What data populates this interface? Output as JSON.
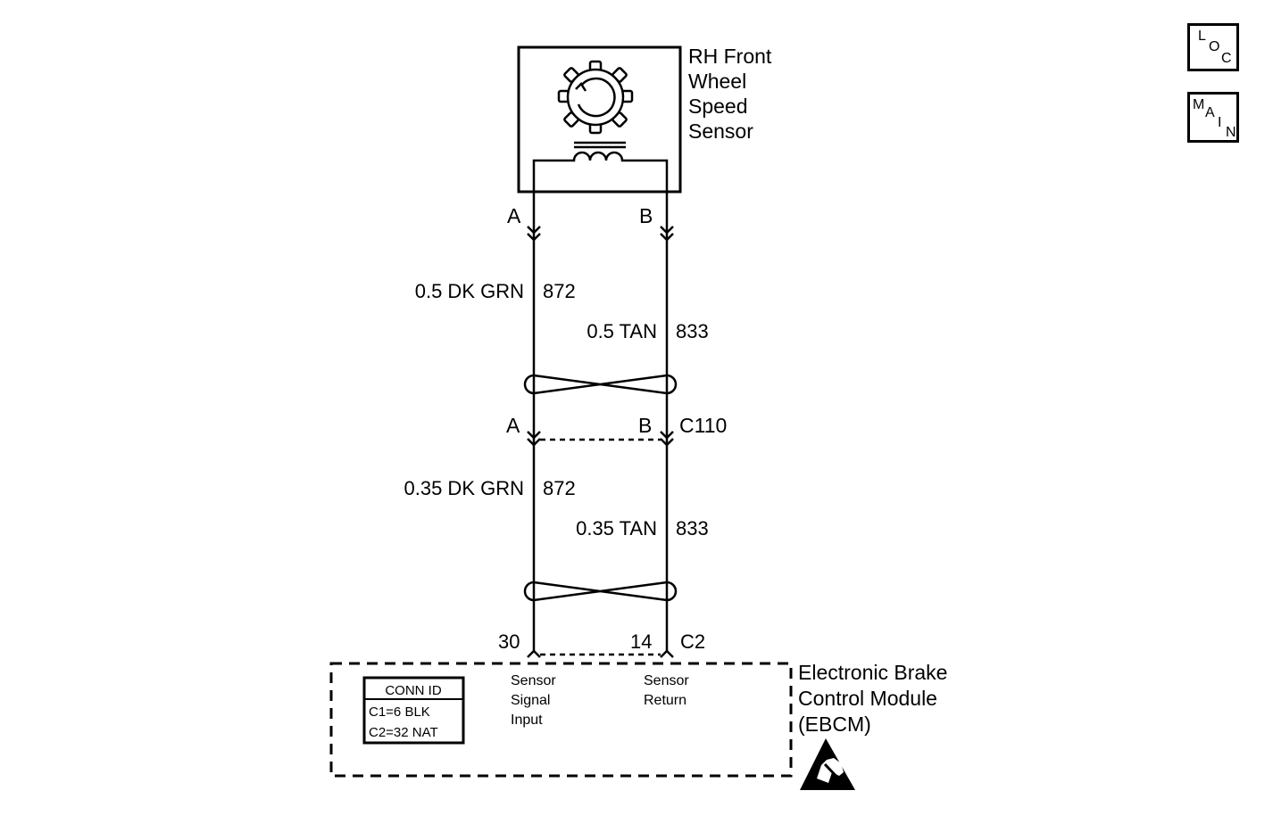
{
  "sensor": {
    "name_lines": [
      "RH Front",
      "Wheel",
      "Speed",
      "Sensor"
    ],
    "pin_a": "A",
    "pin_b": "B"
  },
  "upper_wires": {
    "left_size_color": "0.5 DK GRN",
    "left_circuit": "872",
    "right_size_color": "0.5 TAN",
    "right_circuit": "833"
  },
  "connector_c110": {
    "pin_a": "A",
    "pin_b": "B",
    "name": "C110"
  },
  "lower_wires": {
    "left_size_color": "0.35 DK GRN",
    "left_circuit": "872",
    "right_size_color": "0.35 TAN",
    "right_circuit": "833"
  },
  "ebcm": {
    "pin_left": "30",
    "pin_right": "14",
    "connector": "C2",
    "name_lines": [
      "Electronic Brake",
      "Control Module",
      "(EBCM)"
    ],
    "left_function_lines": [
      "Sensor",
      "Signal",
      "Input"
    ],
    "right_function_lines": [
      "Sensor",
      "Return"
    ],
    "conn_id": {
      "title": "CONN ID",
      "rows": [
        "C1=6 BLK",
        "C2=32 NAT"
      ]
    }
  },
  "nav": {
    "loc_letters": [
      "L",
      "O",
      "C"
    ],
    "main_letters": [
      "M",
      "A",
      "I",
      "N"
    ]
  },
  "esd_icon": "electrostatic-discharge-icon"
}
